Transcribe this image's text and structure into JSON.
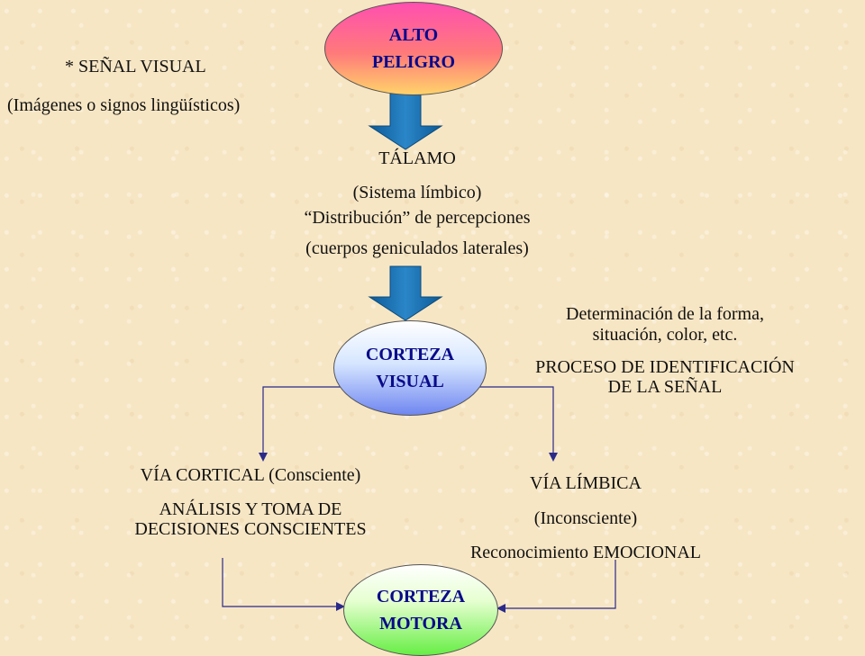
{
  "nodes": {
    "alto_peligro": {
      "line1": "ALTO",
      "line2": "PELIGRO",
      "color": "#ff6fa0"
    },
    "corteza_visual": {
      "line1": "CORTEZA",
      "line2": "VISUAL",
      "color": "#7f95f0"
    },
    "corteza_motora": {
      "line1": "CORTEZA",
      "line2": "MOTORA",
      "color": "#66ee44"
    }
  },
  "texts": {
    "senal_visual": "* SEÑAL VISUAL",
    "imagenes": "(Imágenes o signos lingüísticos)",
    "talamo": "TÁLAMO",
    "sistema_limbico": "(Sistema límbico)",
    "distribucion": "“Distribución” de percepciones",
    "cuerpos": "(cuerpos geniculados laterales)",
    "determinacion_1": "Determinación de la forma,",
    "determinacion_2": "situación, color, etc.",
    "proceso_1": "PROCESO DE IDENTIFICACIÓN",
    "proceso_2": "DE LA SEÑAL",
    "via_cortical": "VÍA CORTICAL (Consciente)",
    "analisis_1": "ANÁLISIS Y TOMA DE",
    "analisis_2": "DECISIONES CONSCIENTES",
    "via_limbica": "VÍA LÍMBICA",
    "inconsciente": "(Inconsciente)",
    "reconocimiento": "Reconocimiento EMOCIONAL"
  },
  "colors": {
    "block_arrow": "#1a6fb0",
    "connector": "#2a2a8a",
    "node_text": "#0a0a8a"
  }
}
